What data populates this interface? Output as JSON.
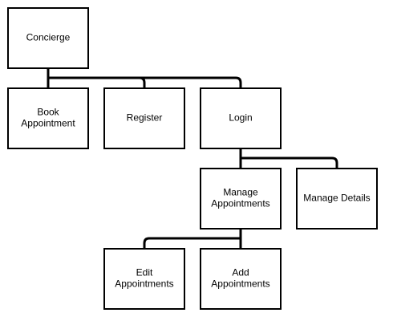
{
  "nodes": [
    {
      "id": "concierge",
      "lines": [
        "Concierge"
      ]
    },
    {
      "id": "book-appointment",
      "lines": [
        "Book",
        "Appointment"
      ]
    },
    {
      "id": "register",
      "lines": [
        "Register"
      ]
    },
    {
      "id": "login",
      "lines": [
        "Login"
      ]
    },
    {
      "id": "manage-appointments",
      "lines": [
        "Manage",
        "Appointments"
      ]
    },
    {
      "id": "manage-details",
      "lines": [
        "Manage Details"
      ]
    },
    {
      "id": "edit-appointments",
      "lines": [
        "Edit",
        "Appointments"
      ]
    },
    {
      "id": "add-appointments",
      "lines": [
        "Add",
        "Appointments"
      ]
    }
  ],
  "edges": [
    {
      "from": "concierge",
      "to": "book-appointment"
    },
    {
      "from": "concierge",
      "to": "register"
    },
    {
      "from": "concierge",
      "to": "login"
    },
    {
      "from": "login",
      "to": "manage-appointments"
    },
    {
      "from": "login",
      "to": "manage-details"
    },
    {
      "from": "manage-appointments",
      "to": "edit-appointments"
    },
    {
      "from": "manage-appointments",
      "to": "add-appointments"
    }
  ],
  "colors": {
    "stroke": "#000000",
    "fill": "#ffffff",
    "background": "#ffffff"
  }
}
